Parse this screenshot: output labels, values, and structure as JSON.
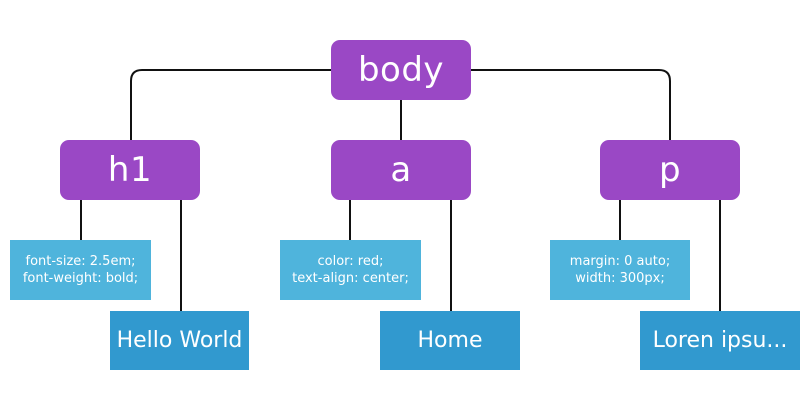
{
  "colors": {
    "tag_node": "#9a48c5",
    "style_node": "#4fb4dc",
    "content_node": "#3199cf",
    "connector": "#111111",
    "text": "#ffffff"
  },
  "root": {
    "label": "body"
  },
  "children": [
    {
      "tag": "h1",
      "style_lines": [
        "font-size: 2.5em;",
        "font-weight: bold;"
      ],
      "content": "Hello World"
    },
    {
      "tag": "a",
      "style_lines": [
        "color: red;",
        "text-align: center;"
      ],
      "content": "Home"
    },
    {
      "tag": "p",
      "style_lines": [
        "margin: 0 auto;",
        "width: 300px;"
      ],
      "content": "Loren ipsu..."
    }
  ]
}
